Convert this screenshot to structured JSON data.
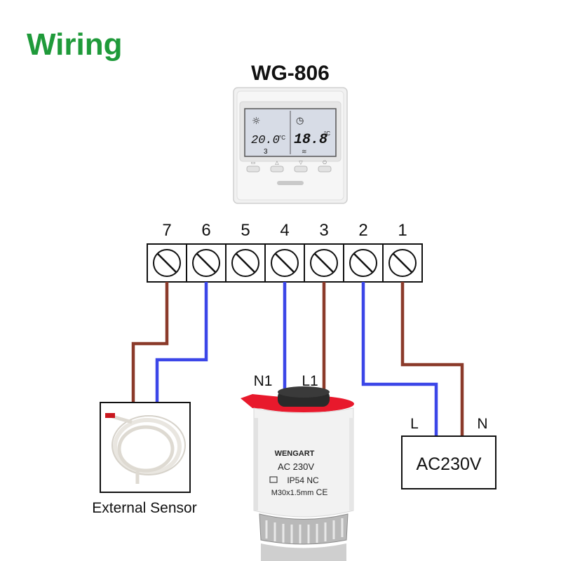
{
  "title": "Wiring",
  "device": {
    "model": "WG-806",
    "lcd": {
      "room_temp": "20.0",
      "room_unit": "°C",
      "set_temp": "18.8",
      "set_unit": "°C",
      "program": "3"
    }
  },
  "terminals": [
    "7",
    "6",
    "5",
    "4",
    "3",
    "2",
    "1"
  ],
  "actuator": {
    "n_label": "N1",
    "l_label": "L1",
    "brand": "WENGART",
    "voltage": "AC 230V",
    "rating": "IP54 NC",
    "thread": "M30x1.5mm",
    "cert": "CE"
  },
  "power": {
    "label": "AC230V",
    "l_label": "L",
    "n_label": "N"
  },
  "sensor": {
    "label": "External Sensor"
  },
  "colors": {
    "title": "#1f9a3a",
    "brown_wire": "#8b3a2a",
    "blue_wire": "#3b46e8",
    "actuator_cap": "#e8192c"
  }
}
